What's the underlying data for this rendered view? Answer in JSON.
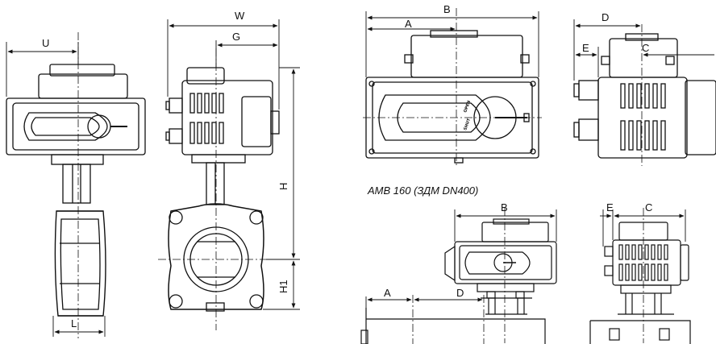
{
  "labels": {
    "left_u": "U",
    "left_l": "L",
    "mid_w": "W",
    "mid_g": "G",
    "mid_h": "H",
    "mid_h1": "H1",
    "top_a": "A",
    "top_b": "B",
    "top_d": "D",
    "top_e": "E",
    "top_c": "C",
    "bot_b": "B",
    "bot_e": "E",
    "bot_c": "C",
    "bot_a": "A",
    "bot_d": "D"
  },
  "caption": "AMB 160 (ЗДМ DN400)",
  "indicator": [
    "OPEN",
    "SHUT"
  ]
}
